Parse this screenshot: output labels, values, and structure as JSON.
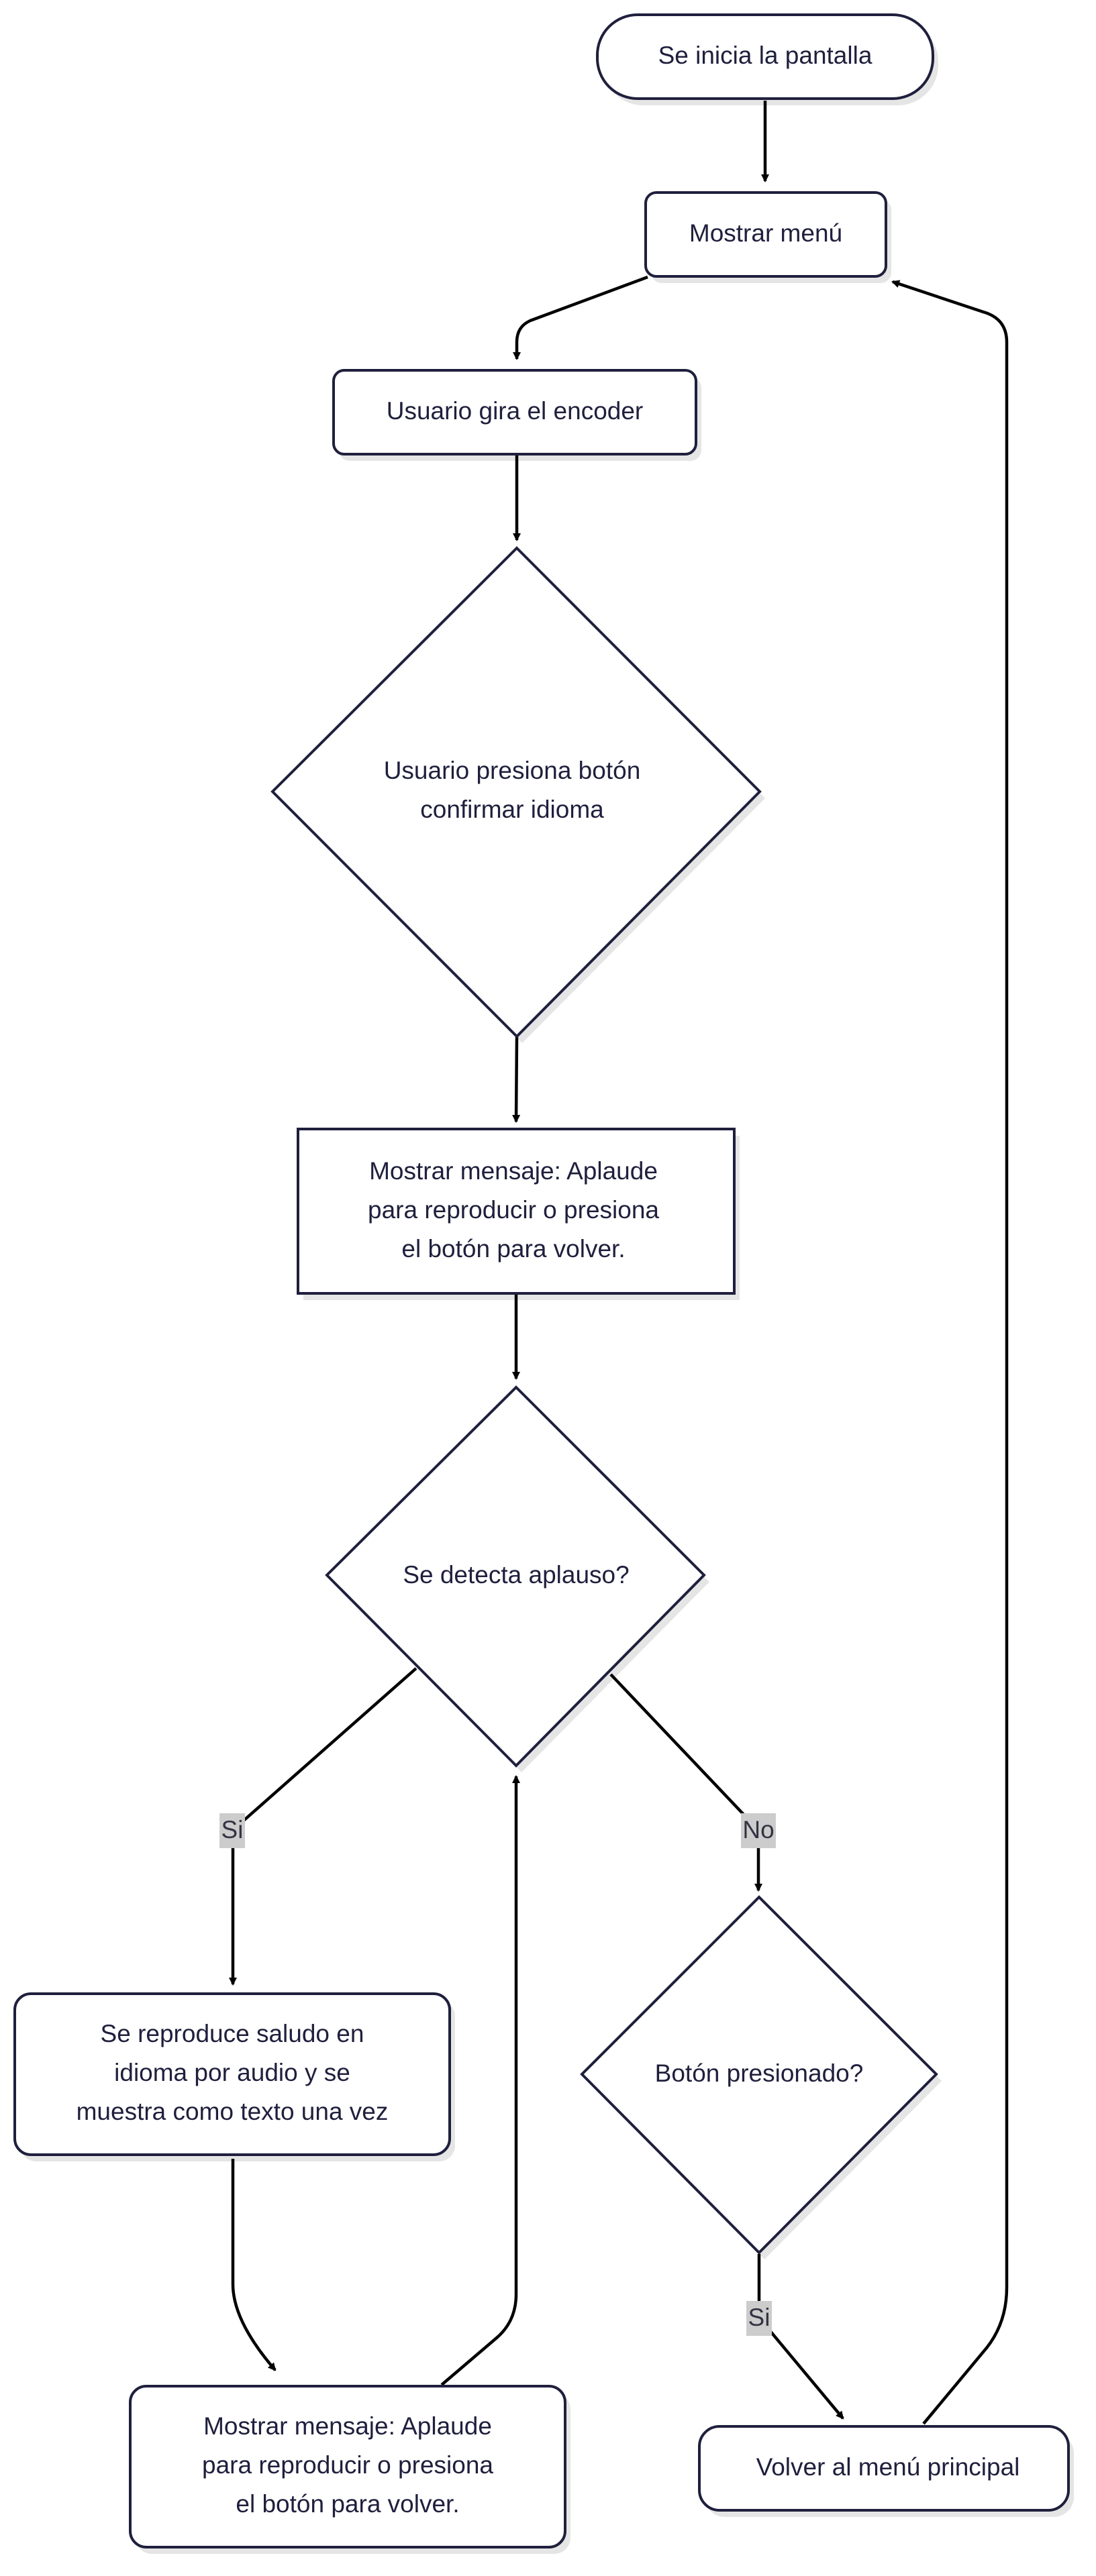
{
  "diagram": {
    "colors": {
      "node_stroke": "#1f1f3d",
      "node_fill": "#ffffff",
      "edge": "#000000",
      "edge_label_bg": "#cccccc"
    },
    "nodes": {
      "start": {
        "lines": [
          "Se inicia la pantalla"
        ]
      },
      "menu": {
        "lines": [
          "Mostrar menú"
        ]
      },
      "encoder": {
        "lines": [
          "Usuario gira el encoder"
        ]
      },
      "confirm": {
        "lines": [
          "Usuario presiona botón",
          "confirmar idioma"
        ]
      },
      "msg1": {
        "lines": [
          "Mostrar mensaje: Aplaude",
          "para reproducir o presiona",
          "el botón para volver."
        ]
      },
      "clap": {
        "lines": [
          "Se detecta aplauso?"
        ]
      },
      "play": {
        "lines": [
          "Se reproduce saludo en",
          "idioma por audio y se",
          "muestra como texto una vez"
        ]
      },
      "msg2": {
        "lines": [
          "Mostrar mensaje: Aplaude",
          "para reproducir o presiona",
          "el botón para volver."
        ]
      },
      "btn": {
        "lines": [
          "Botón presionado?"
        ]
      },
      "back": {
        "lines": [
          "Volver al menú principal"
        ]
      }
    },
    "edge_labels": {
      "clap_yes": "Si",
      "clap_no": "No",
      "btn_yes": "Si"
    }
  }
}
